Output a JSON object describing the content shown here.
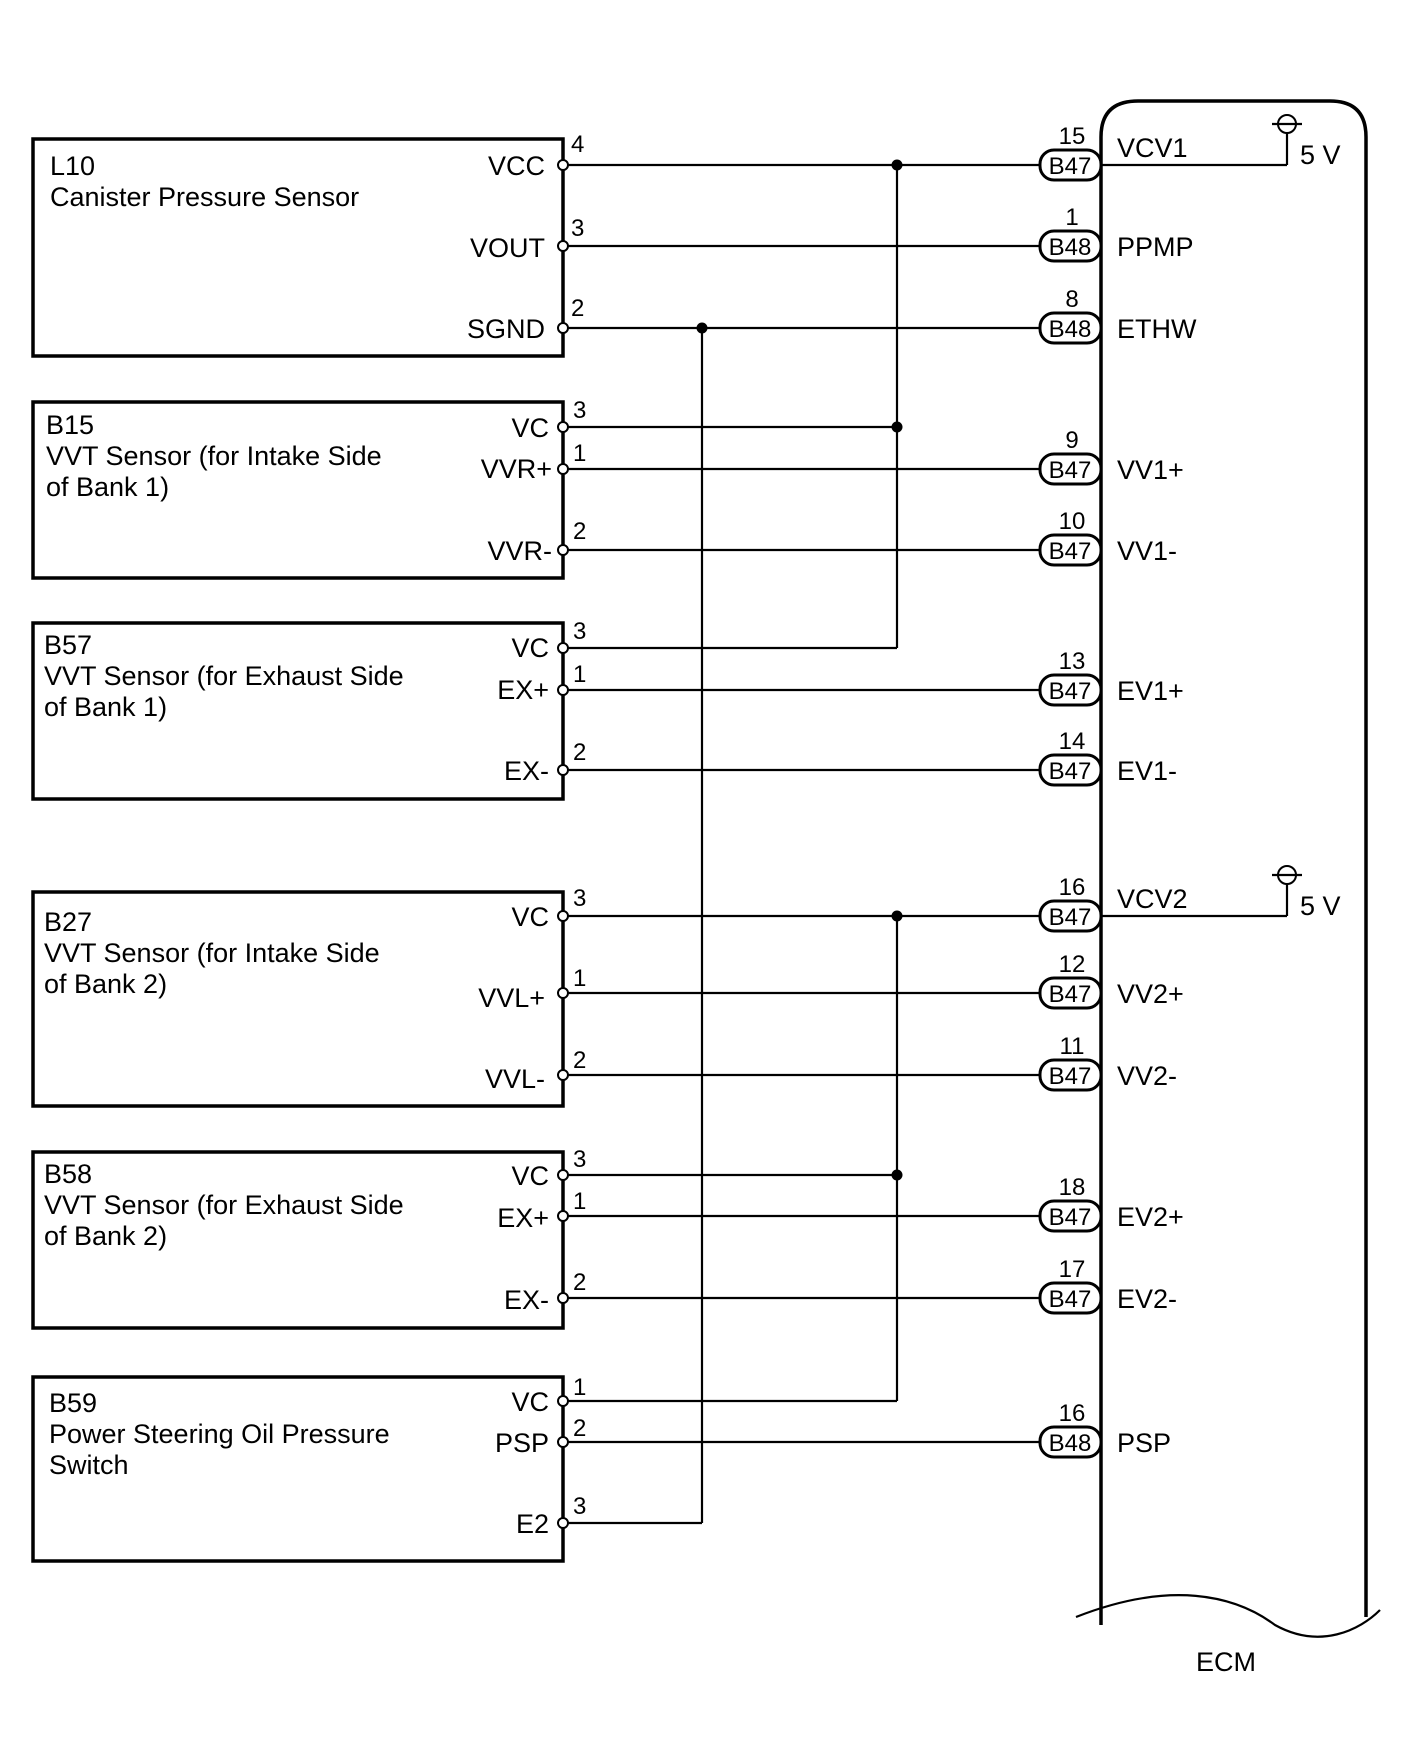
{
  "components": [
    {
      "ref": "L10",
      "name_lines": [
        "Canister Pressure Sensor"
      ],
      "pins": [
        {
          "label": "VCC",
          "num": "4"
        },
        {
          "label": "VOUT",
          "num": "3"
        },
        {
          "label": "SGND",
          "num": "2"
        }
      ]
    },
    {
      "ref": "B15",
      "name_lines": [
        "VVT Sensor (for Intake Side",
        "of Bank 1)"
      ],
      "pins": [
        {
          "label": "VC",
          "num": "3"
        },
        {
          "label": "VVR+",
          "num": "1"
        },
        {
          "label": "VVR-",
          "num": "2"
        }
      ]
    },
    {
      "ref": "B57",
      "name_lines": [
        "VVT Sensor (for Exhaust Side",
        "of Bank 1)"
      ],
      "pins": [
        {
          "label": "VC",
          "num": "3"
        },
        {
          "label": "EX+",
          "num": "1"
        },
        {
          "label": "EX-",
          "num": "2"
        }
      ]
    },
    {
      "ref": "B27",
      "name_lines": [
        "VVT Sensor (for Intake Side",
        "of Bank 2)"
      ],
      "pins": [
        {
          "label": "VC",
          "num": "3"
        },
        {
          "label": "VVL+",
          "num": "1"
        },
        {
          "label": "VVL-",
          "num": "2"
        }
      ]
    },
    {
      "ref": "B58",
      "name_lines": [
        "VVT Sensor (for Exhaust Side",
        "of Bank 2)"
      ],
      "pins": [
        {
          "label": "VC",
          "num": "3"
        },
        {
          "label": "EX+",
          "num": "1"
        },
        {
          "label": "EX-",
          "num": "2"
        }
      ]
    },
    {
      "ref": "B59",
      "name_lines": [
        "Power Steering Oil Pressure",
        "Switch"
      ],
      "pins": [
        {
          "label": "VC",
          "num": "1"
        },
        {
          "label": "PSP",
          "num": "2"
        },
        {
          "label": "E2",
          "num": "3"
        }
      ]
    }
  ],
  "ecm": {
    "label": "ECM",
    "supply_label": "5 V",
    "terminals": [
      {
        "pin": "15",
        "connector": "B47",
        "signal": "VCV1"
      },
      {
        "pin": "1",
        "connector": "B48",
        "signal": "PPMP"
      },
      {
        "pin": "8",
        "connector": "B48",
        "signal": "ETHW"
      },
      {
        "pin": "9",
        "connector": "B47",
        "signal": "VV1+"
      },
      {
        "pin": "10",
        "connector": "B47",
        "signal": "VV1-"
      },
      {
        "pin": "13",
        "connector": "B47",
        "signal": "EV1+"
      },
      {
        "pin": "14",
        "connector": "B47",
        "signal": "EV1-"
      },
      {
        "pin": "16",
        "connector": "B47",
        "signal": "VCV2"
      },
      {
        "pin": "12",
        "connector": "B47",
        "signal": "VV2+"
      },
      {
        "pin": "11",
        "connector": "B47",
        "signal": "VV2-"
      },
      {
        "pin": "18",
        "connector": "B47",
        "signal": "EV2+"
      },
      {
        "pin": "17",
        "connector": "B47",
        "signal": "EV2-"
      },
      {
        "pin": "16",
        "connector": "B48",
        "signal": "PSP"
      }
    ]
  }
}
